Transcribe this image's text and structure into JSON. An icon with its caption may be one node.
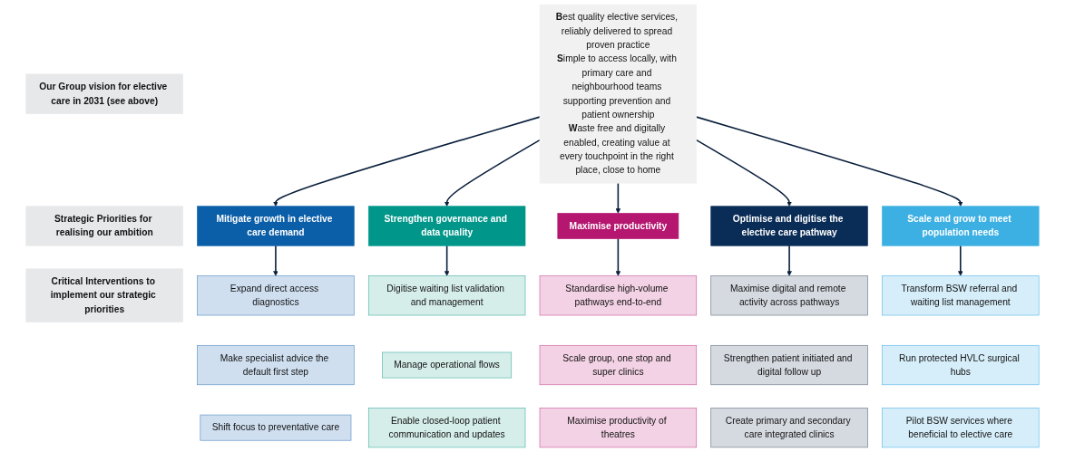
{
  "diagram": {
    "nodes": [
      {
        "text": [
          "Our Group vision for elective care in 2031 (see above)"
        ]
      },
      {
        "text": [
          "**B**est quality elective services, reliably delivered to spread proven practice",
          "**S**imple to access locally, with primary care and neighbourhood teams supporting prevention and patient ownership",
          "**W**aste free and digitally enabled, creating value at every touchpoint in the right place, close to home"
        ]
      },
      {
        "text": [
          "Strategic Priorities for realising our ambition"
        ]
      },
      {
        "text": [
          "Mitigate growth in elective care demand"
        ]
      },
      {
        "text": [
          "Strengthen governance and data quality"
        ]
      },
      {
        "text": [
          "Maximise productivity"
        ]
      },
      {
        "text": [
          "Optimise and digitise the elective care pathway"
        ]
      },
      {
        "text": [
          "Scale and grow to meet population needs"
        ]
      },
      {
        "text": [
          "Critical Interventions to implement our strategic priorities"
        ]
      },
      {
        "text": [
          "Expand direct access diagnostics"
        ]
      },
      {
        "text": [
          "Make specialist advice the default first step"
        ]
      },
      {
        "text": [
          "Shift focus to preventative care"
        ]
      },
      {
        "text": [
          "Digitise waiting list validation and management"
        ]
      },
      {
        "text": [
          "Manage operational flows"
        ]
      },
      {
        "text": [
          "Enable closed-loop patient communication and updates"
        ]
      },
      {
        "text": [
          "Standardise high-volume pathways end-to-end"
        ]
      },
      {
        "text": [
          "Scale group, one stop and super clinics"
        ]
      },
      {
        "text": [
          "Maximise productivity of theatres"
        ]
      },
      {
        "text": [
          "Maximise digital and remote activity across pathways"
        ]
      },
      {
        "text": [
          "Strengthen patient initiated and digital follow up"
        ]
      },
      {
        "text": [
          "Create primary and secondary care integrated clinics"
        ]
      },
      {
        "text": [
          "Transform BSW referral and waiting list management"
        ]
      },
      {
        "text": [
          "Run protected HVLC surgical hubs"
        ]
      },
      {
        "text": [
          "Pilot BSW services where beneficial to elective care"
        ]
      }
    ],
    "edges": [
      {
        "from": 1,
        "to": 3,
        "arrow": "to"
      },
      {
        "from": 1,
        "to": 4,
        "arrow": "to"
      },
      {
        "from": 1,
        "to": 5,
        "arrow": "to"
      },
      {
        "from": 1,
        "to": 6,
        "arrow": "to"
      },
      {
        "from": 1,
        "to": 7,
        "arrow": "to"
      },
      {
        "from": 3,
        "to": 9,
        "arrow": "to"
      },
      {
        "from": 4,
        "to": 12,
        "arrow": "to"
      },
      {
        "from": 5,
        "to": 15,
        "arrow": "to"
      },
      {
        "from": 6,
        "to": 18,
        "arrow": "to"
      },
      {
        "from": 7,
        "to": 21,
        "arrow": "to"
      }
    ]
  }
}
